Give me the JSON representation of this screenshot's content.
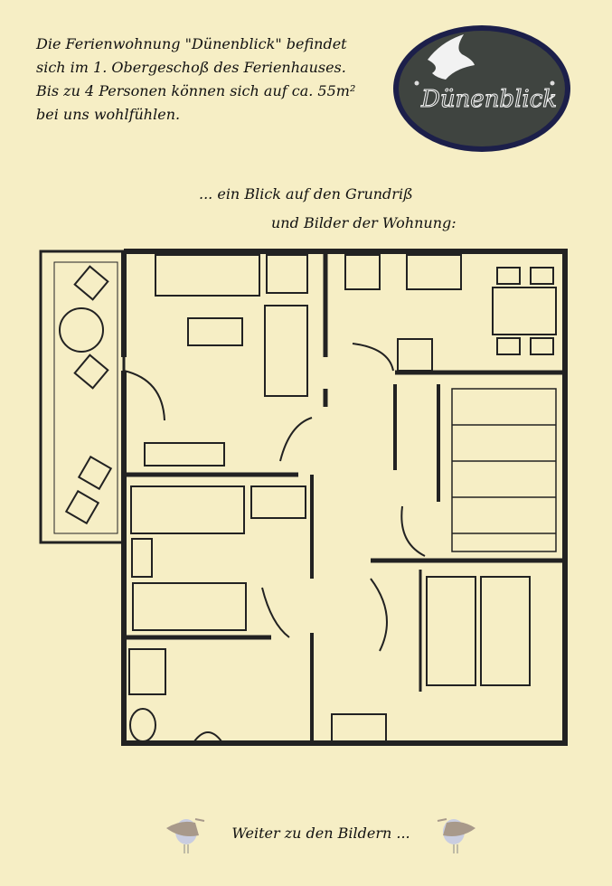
{
  "intro": {
    "lines": [
      "Die Ferienwohnung \"Dünenblick\" befindet",
      "sich im 1. Obergeschoß des Ferienhauses.",
      "Bis zu 4 Personen können sich auf ca. 55m²",
      "bei uns wohlfühlen."
    ]
  },
  "sign": {
    "text": "Dünenblick"
  },
  "subheading": {
    "line1": "... ein Blick auf den Grundriß",
    "line2": "und Bilder der Wohnung:"
  },
  "footer": {
    "link_label": "Weiter zu den Bildern ..."
  },
  "colors": {
    "background": "#f6eec5",
    "sign": "#3f4440",
    "sign_rim": "#1c1f4a"
  }
}
